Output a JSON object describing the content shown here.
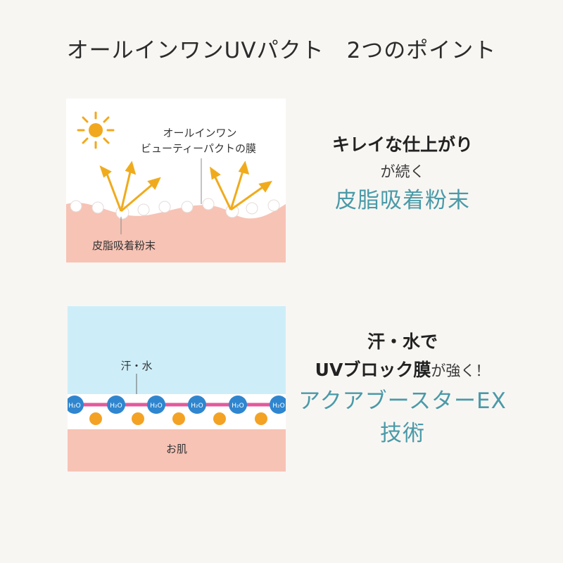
{
  "title": "オールインワンUVパクト　2つのポイント",
  "panel1": {
    "film_label_line1": "オールインワン",
    "film_label_line2": "ビューティーパクトの膜",
    "powder_label": "皮脂吸着粉末"
  },
  "panel2": {
    "sweat_label": "汗・水",
    "molecule_label": "H₂O",
    "skin_label": "お肌"
  },
  "point1": {
    "line1": "キレイな仕上がり",
    "line2": "が続く",
    "highlight": "皮脂吸着粉末"
  },
  "point2": {
    "line1": "汗・水で",
    "line2_bold": "UVブロック膜",
    "line2_normal": "が強く！",
    "highlight_line1": "アクアブースターEX",
    "highlight_line2": "技術"
  },
  "colors": {
    "sun": "#f2a81e",
    "arrow": "#f0ab1c",
    "skin": "#f7c3b5",
    "sky": "#cdeef8",
    "water": "#2f86cf",
    "bond": "#e35a9c",
    "orange_dot": "#f4a224",
    "teal_text": "#4a9aa8"
  }
}
